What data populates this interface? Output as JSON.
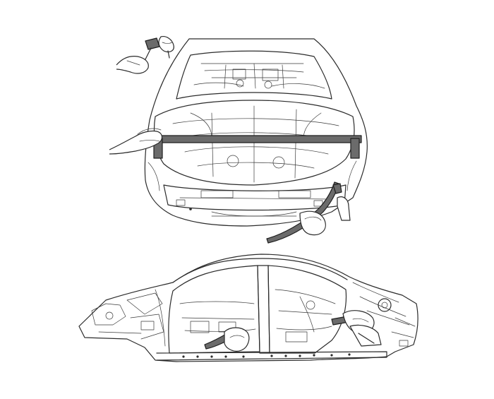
{
  "figure": {
    "panels": [
      {
        "name": "rear-view",
        "tools": [
          "hammer-chisel",
          "straightening-bar",
          "trim-strip-tool"
        ]
      },
      {
        "name": "side-view",
        "tools": [
          "sill-tool",
          "quarter-panel-tool"
        ]
      }
    ],
    "colors": {
      "line": "#2b2b2b",
      "tool": "#6b6b6b",
      "background": "#ffffff"
    }
  }
}
